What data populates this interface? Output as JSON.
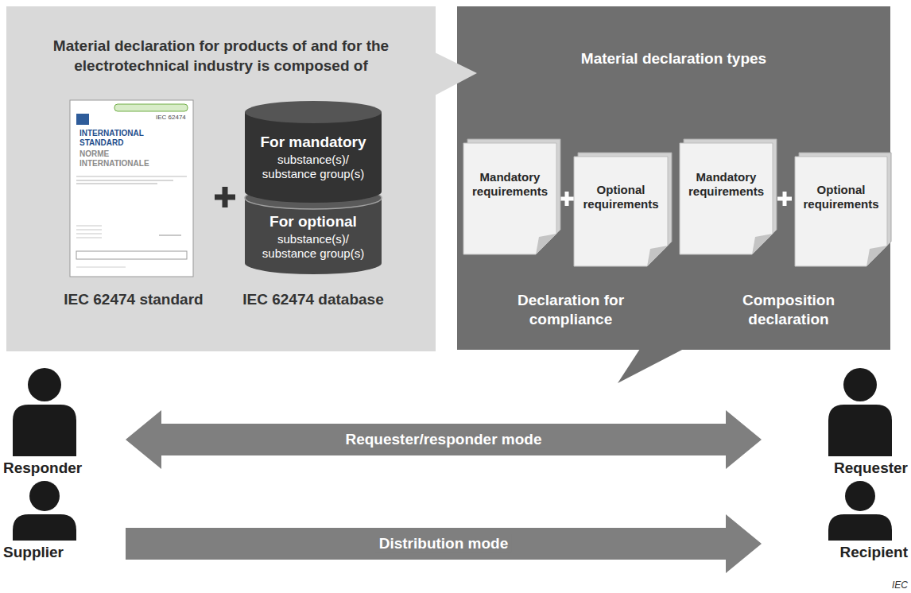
{
  "diagram": {
    "nodes": [
      {
        "text": [
          "Material declaration for products of and for the electrotechnical industry is composed of"
        ]
      },
      {
        "text": [
          "IEC 62474",
          "INTERNATIONAL STANDARD",
          "NORME INTERNATIONALE",
          "IEC 62474 standard"
        ],
        "in": 0
      },
      {
        "text": [
          "IEC 62474 database"
        ],
        "in": 0
      },
      {
        "text": [
          "For mandatory",
          "substance(s)/ substance group(s)"
        ],
        "in": 2
      },
      {
        "text": [
          "For optional",
          "substance(s)/ substance group(s)"
        ],
        "in": 2
      },
      {
        "text": [
          "Material declaration types"
        ]
      },
      {
        "text": [
          "Mandatory requirements"
        ],
        "in": 5
      },
      {
        "text": [
          "Optional requirements"
        ],
        "in": 5
      },
      {
        "text": [
          "Mandatory requirements"
        ],
        "in": 5
      },
      {
        "text": [
          "Optional requirements"
        ],
        "in": 5
      },
      {
        "text": [
          "Responder"
        ]
      },
      {
        "text": [
          "Supplier"
        ]
      },
      {
        "text": [
          "Requester"
        ]
      },
      {
        "text": [
          "Recipient"
        ]
      }
    ],
    "edges": [
      {
        "from": 10,
        "to": 12,
        "arrow": "both",
        "label": "Requester/responder mode"
      },
      {
        "from": 11,
        "to": 13,
        "arrow": "to",
        "label": "Distribution mode"
      }
    ],
    "labels": [
      "Declaration for compliance",
      "Composition declaration",
      "IEC"
    ]
  }
}
